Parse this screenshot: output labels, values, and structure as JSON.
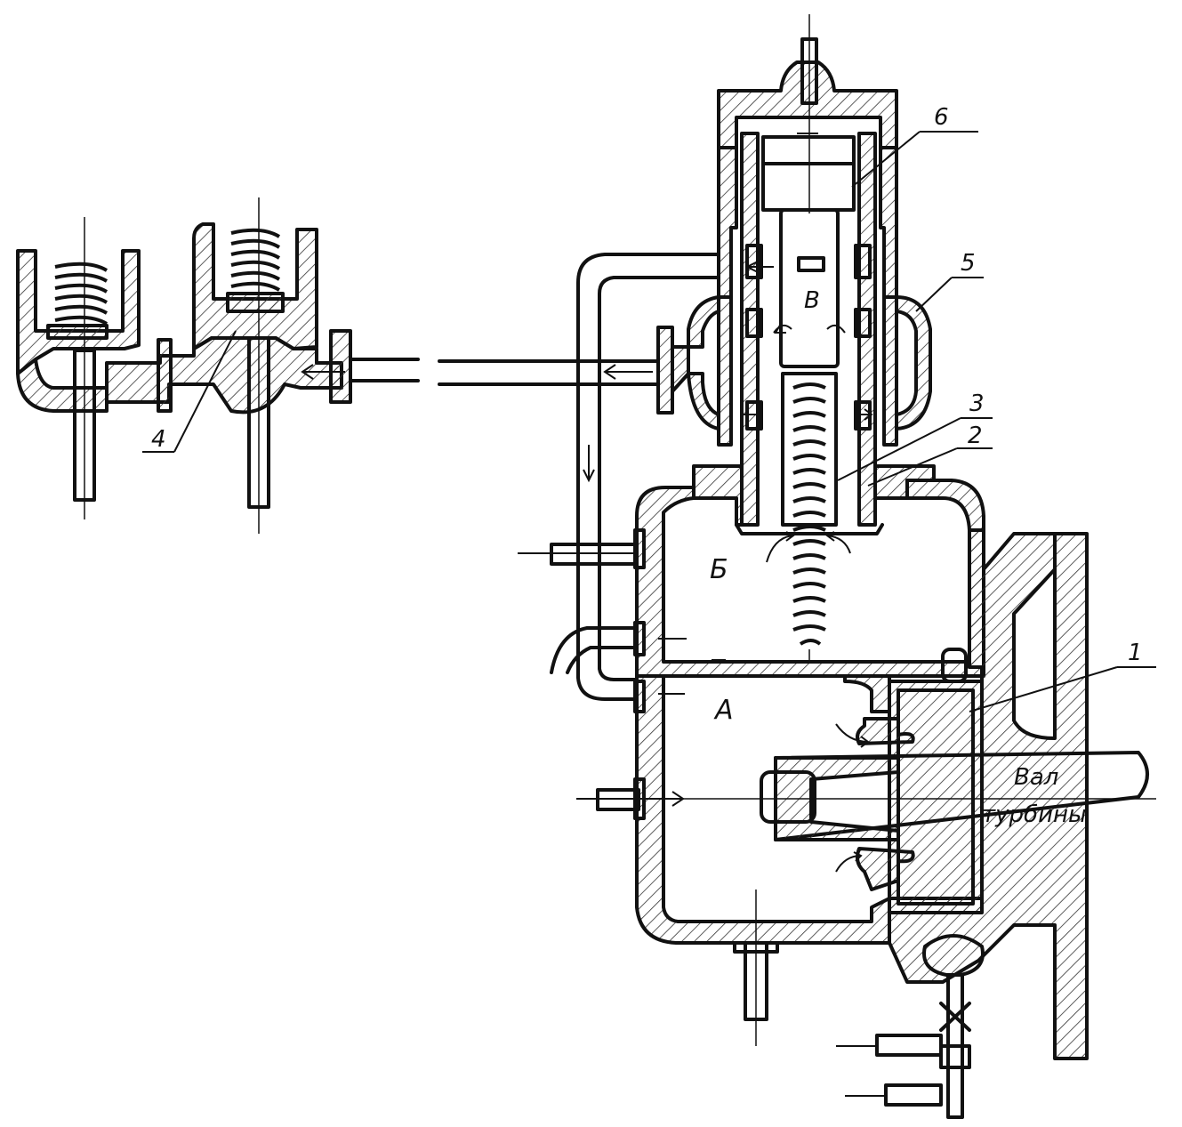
{
  "labels": {
    "l1": "1",
    "l2": "2",
    "l3": "3",
    "l4": "4",
    "l5": "5",
    "l6": "6",
    "chamberA": "А",
    "chamberB": "Б",
    "chamberV": "В",
    "shaft_line1": "Вал",
    "shaft_line2": "турбины"
  }
}
